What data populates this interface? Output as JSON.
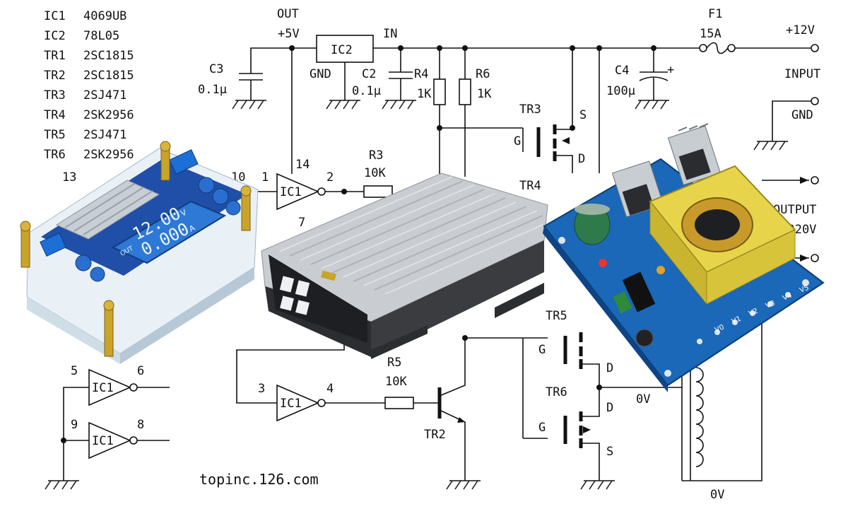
{
  "parts_list": [
    {
      "ref": "IC1",
      "part": "4069UB"
    },
    {
      "ref": "IC2",
      "part": "78L05"
    },
    {
      "ref": "TR1",
      "part": "2SC1815"
    },
    {
      "ref": "TR2",
      "part": "2SC1815"
    },
    {
      "ref": "TR3",
      "part": "2SJ471"
    },
    {
      "ref": "TR4",
      "part": "2SK2956"
    },
    {
      "ref": "TR5",
      "part": "2SJ471"
    },
    {
      "ref": "TR6",
      "part": "2SK2956"
    }
  ],
  "labels": {
    "out": "OUT",
    "plus5v": "+5V",
    "ic2": "IC2",
    "gnd_ic2": "GND",
    "in": "IN",
    "c3": "C3",
    "c3v": "0.1μ",
    "c2": "C2",
    "c2v": "0.1μ",
    "r4": "R4",
    "r4v": "1K",
    "r6": "R6",
    "r6v": "1K",
    "f1": "F1",
    "f1v": "15A",
    "plus12v": "+12V",
    "c4": "C4",
    "c4v": "100μ",
    "c4plus": "+",
    "input": "INPUT",
    "gnd": "GND",
    "output": "OUTPUT",
    "ac220": "AC220V",
    "tr3": "TR3",
    "tr4": "TR4",
    "tr5": "TR5",
    "tr6": "TR6",
    "tr2": "TR2",
    "g3": "G",
    "g5": "G",
    "g6": "G",
    "s3": "S",
    "d3": "D",
    "d5": "D",
    "d6": "D",
    "s6": "S",
    "r3": "R3",
    "r3v": "10K",
    "r5": "R5",
    "r5v": "10K",
    "ic1_a": "IC1",
    "ic1_b": "IC1",
    "ic1_c": "IC1",
    "ic1_d": "IC1",
    "pin1": "1",
    "pin2": "2",
    "pin3": "3",
    "pin4": "4",
    "pin5": "5",
    "pin6": "6",
    "pin8": "8",
    "pin9": "9",
    "pin7": "7",
    "pin10": "10",
    "pin13": "13",
    "pin14": "14",
    "zero_v_mid": "0V",
    "zero_v_bot": "0V",
    "website": "topinc.126.com"
  },
  "photos": {
    "lcd_module": {
      "voltage": "12.00",
      "voltage_unit": "V",
      "current": "0.000",
      "current_unit": "A",
      "out_label": "OUT"
    },
    "inverter_board": {
      "silk": [
        "V0",
        "V1",
        "V2",
        "V3",
        "V4",
        "V5"
      ]
    }
  }
}
